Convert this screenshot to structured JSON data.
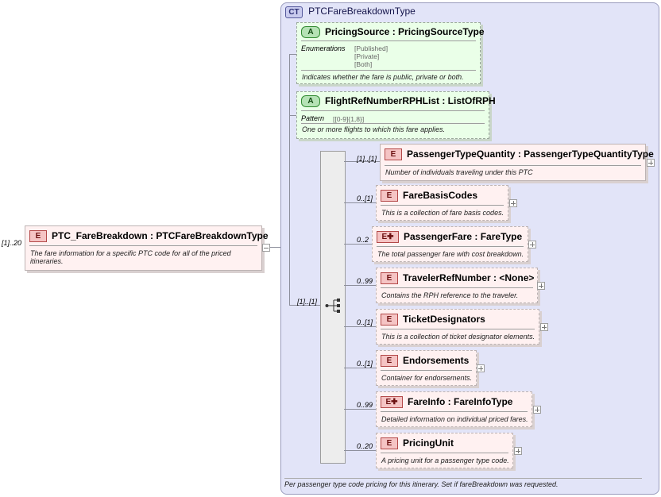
{
  "root": {
    "cardinality": "[1]..20",
    "badge": "E",
    "name": "PTC_FareBreakdown : PTCFareBreakdownType",
    "doc_line1": "The fare information for a specific PTC code for all of the priced",
    "doc_line2": "itineraries."
  },
  "complex_type": {
    "badge": "CT",
    "name": "PTCFareBreakdownType",
    "footer_doc": "Per passenger type code pricing for this itinerary. Set if fareBreakdown was requested."
  },
  "attributes": [
    {
      "badge": "A",
      "name": "PricingSource : PricingSourceType",
      "facet_label": "Enumerations",
      "facet_values": [
        "[Published]",
        "[Private]",
        "[Both]"
      ],
      "doc": "Indicates whether the fare is public, private or both."
    },
    {
      "badge": "A",
      "name": "FlightRefNumberRPHList : ListOfRPH",
      "facet_label": "Pattern",
      "facet_values": [
        "[[0-9]{1,8}]"
      ],
      "doc": "One or more flights to which this fare applies."
    }
  ],
  "sequence": {
    "cardinality": "[1]..[1]",
    "icon": "sequence-compositor-icon"
  },
  "elements": [
    {
      "card": "[1]..[1]",
      "badge": "E",
      "name": "PassengerTypeQuantity : PassengerTypeQuantityType",
      "doc": "Number of individuals traveling under this PTC"
    },
    {
      "card": "0..[1]",
      "badge": "E",
      "name": "FareBasisCodes",
      "doc": "This is a collection of fare basis codes."
    },
    {
      "card": "0..2",
      "badge": "E✚",
      "name": "PassengerFare : FareType",
      "doc": "The total passenger fare with cost breakdown."
    },
    {
      "card": "0..99",
      "badge": "E",
      "name": "TravelerRefNumber : <None>",
      "doc": "Contains the RPH reference to the traveler."
    },
    {
      "card": "0..[1]",
      "badge": "E",
      "name": "TicketDesignators",
      "doc": "This is a collection of ticket designator elements."
    },
    {
      "card": "0..[1]",
      "badge": "E",
      "name": "Endorsements",
      "doc": "Container for endorsements."
    },
    {
      "card": "0..99",
      "badge": "E✚",
      "name": "FareInfo  : FareInfoType",
      "doc": "Detailed information on individual priced fares."
    },
    {
      "card": "0..20",
      "badge": "E",
      "name": "PricingUnit",
      "doc": "A pricing unit for a passenger type code."
    }
  ]
}
